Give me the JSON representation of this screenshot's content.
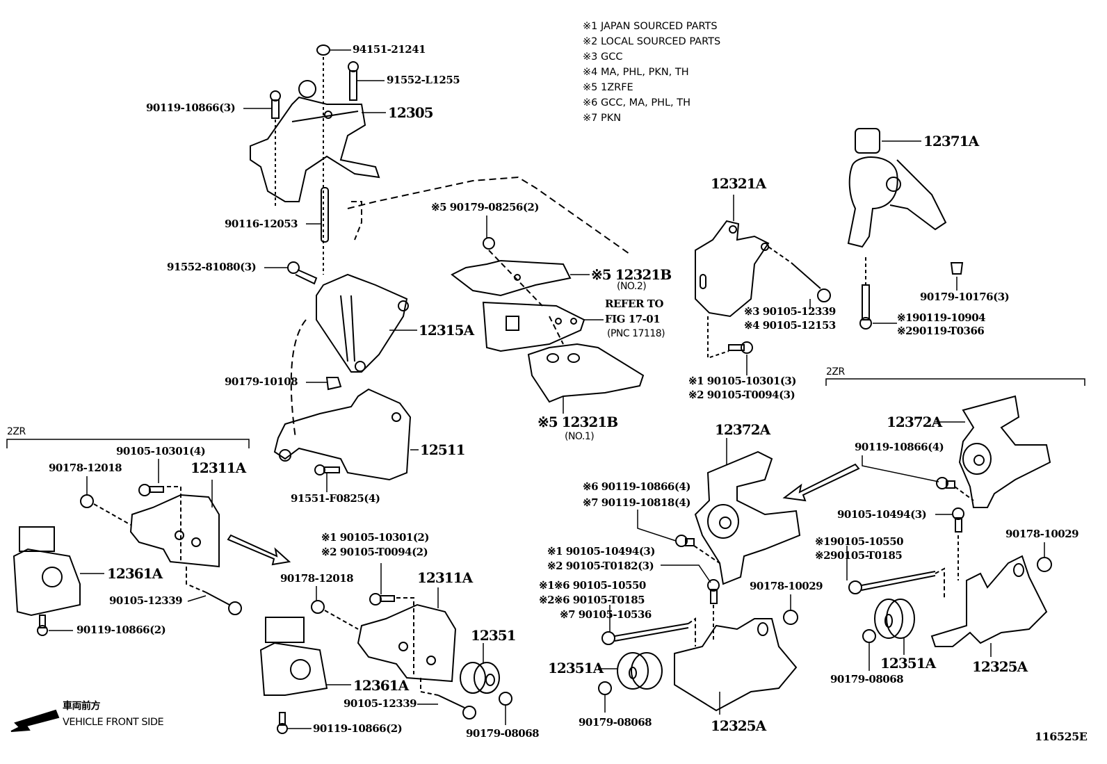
{
  "diagram": {
    "figure_id": "116525E",
    "legend": [
      "※1 JAPAN SOURCED PARTS",
      "※2 LOCAL SOURCED PARTS",
      "※3 GCC",
      "※4 MA, PHL, PKN, TH",
      "※5 1ZRFE",
      "※6 GCC, MA, PHL, TH",
      "※7 PKN"
    ],
    "direction": {
      "japanese": "車両前方",
      "english": "VEHICLE FRONT SIDE"
    },
    "groups": {
      "left_2zr": "2ZR",
      "right_2zr": "2ZR"
    },
    "parts": {
      "p94151_21241": "94151-21241",
      "p91552_L1255": "91552-L1255",
      "p90119_10866_3": "90119-10866(3)",
      "p12305": "12305",
      "p90116_12053": "90116-12053",
      "p91552_81080_3": "91552-81080(3)",
      "p12315A": "12315A",
      "p90179_10108": "90179-10108",
      "p12511": "12511",
      "p91551_F0825_4": "91551-F0825(4)",
      "p90179_08256_2": "※5 90179-08256(2)",
      "p12321B_no2": "※5 12321B",
      "p12321B_no2_sub": "(NO.2)",
      "refer_line1": "REFER TO",
      "refer_line2": "FIG 17-01",
      "refer_line3": "(PNC 17118)",
      "p12321B_no1": "※5 12321B",
      "p12321B_no1_sub": "(NO.1)",
      "p12321A": "12321A",
      "p90105_12339_x3": "※3 90105-12339",
      "p90105_12153_x4": "※4 90105-12153",
      "p90105_10301_3_x1": "※1 90105-10301(3)",
      "p90105_T0094_3_x2": "※2 90105-T0094(3)",
      "p12371A": "12371A",
      "p90179_10176_3": "90179-10176(3)",
      "p90119_10904_x1": "※190119-10904",
      "p90119_T0366_x2": "※290119-T0366",
      "l_90105_10301_4": "90105-10301(4)",
      "l_90178_12018": "90178-12018",
      "l_12311A": "12311A",
      "l_12361A": "12361A",
      "l_90105_12339": "90105-12339",
      "l_90119_10866_2": "90119-10866(2)",
      "m_90105_10301_2_x1": "※1 90105-10301(2)",
      "m_90105_T0094_2_x2": "※2 90105-T0094(2)",
      "m_90178_12018": "90178-12018",
      "m_12311A": "12311A",
      "m_12351": "12351",
      "m_12361A": "12361A",
      "m_90105_12339": "90105-12339",
      "m_90119_10866_2": "90119-10866(2)",
      "m_90179_08068": "90179-08068",
      "c_12372A": "12372A",
      "c_90119_10866_4_x6": "※6 90119-10866(4)",
      "c_90119_10818_4_x7": "※7 90119-10818(4)",
      "c_90105_10494_3_x1": "※1 90105-10494(3)",
      "c_90105_T0182_3_x2": "※2 90105-T0182(3)",
      "c_90105_10550_x1x6": "※1※6 90105-10550",
      "c_90105_T0185_x2x6": "※2※6 90105-T0185",
      "c_90105_10536_x7": "※7 90105-10536",
      "c_90178_10029": "90178-10029",
      "c_12351A": "12351A",
      "c_90179_08068": "90179-08068",
      "c_12325A": "12325A",
      "r_12372A": "12372A",
      "r_90119_10866_4": "90119-10866(4)",
      "r_90105_10494_3": "90105-10494(3)",
      "r_90105_10550_x1": "※190105-10550",
      "r_90105_T0185_x2": "※290105-T0185",
      "r_90178_10029": "90178-10029",
      "r_12351A": "12351A",
      "r_12325A": "12325A",
      "r_90179_08068": "90179-08068"
    }
  }
}
